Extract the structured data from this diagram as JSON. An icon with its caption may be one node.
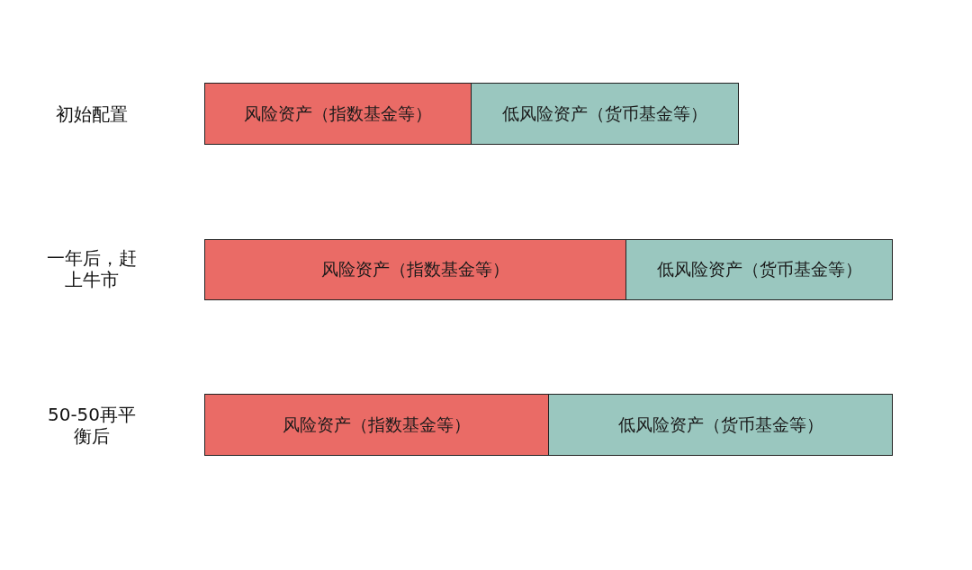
{
  "diagram": {
    "nodes": [
      {
        "text": [
          "风险资产（指数基金等）"
        ]
      },
      {
        "text": [
          "低风险资产（货币基金等）"
        ]
      },
      {
        "text": [
          "风险资产（指数基金等）"
        ]
      },
      {
        "text": [
          "低风险资产（货币基金等）"
        ]
      },
      {
        "text": [
          "风险资产（指数基金等）"
        ]
      },
      {
        "text": [
          "低风险资产（货币基金等）"
        ]
      }
    ],
    "labels": [
      "初始配置",
      "一年后，赶上牛市",
      "50-50再平衡后"
    ]
  }
}
